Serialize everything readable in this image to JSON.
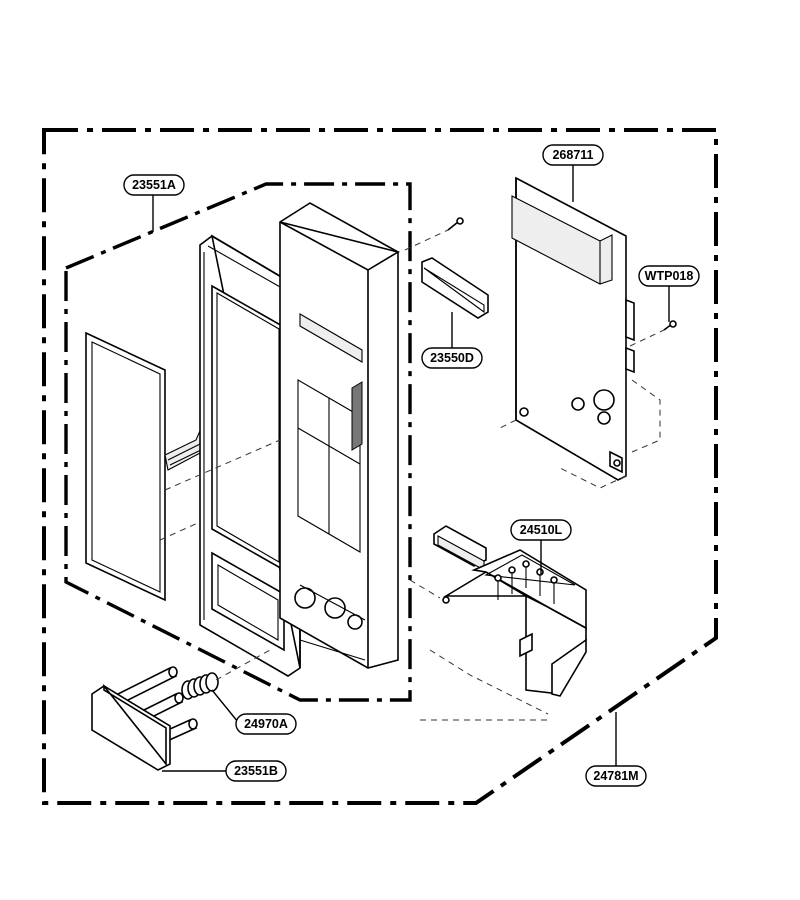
{
  "callouts": {
    "c1": "23551A",
    "c2": "268711",
    "c3": "WTP018",
    "c4": "23550D",
    "c5": "24510L",
    "c6": "24970A",
    "c7": "23551B",
    "c8": "24781M"
  }
}
